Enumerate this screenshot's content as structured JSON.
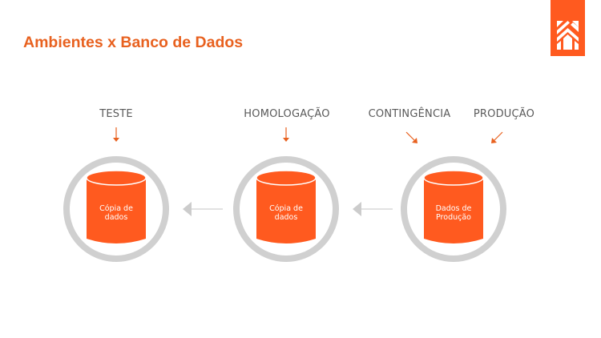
{
  "slide": {
    "title": "Ambientes x Banco de Dados",
    "accent_color": "#e8611f",
    "logo": {
      "icon": "house-logo-icon",
      "color": "#ff5a1f"
    }
  },
  "environments": [
    {
      "label": "TESTE"
    },
    {
      "label": "HOMOLOGAÇÃO"
    },
    {
      "label": "CONTINGÊNCIA"
    },
    {
      "label": "PRODUÇÃO"
    }
  ],
  "databases": [
    {
      "line1": "Cópia de",
      "line2": "dados",
      "icon": "database-cylinder-icon"
    },
    {
      "line1": "Cópia de",
      "line2": "dados",
      "icon": "database-cylinder-icon"
    },
    {
      "line1": "Dados de",
      "line2": "Produção",
      "icon": "database-cylinder-icon"
    }
  ],
  "colors": {
    "cylinder": "#ff5a1f",
    "ring": "#d0d0d0",
    "connector": "#cccccc",
    "pointer_arrow": "#e8611f",
    "label_text": "#5a5a5a"
  }
}
